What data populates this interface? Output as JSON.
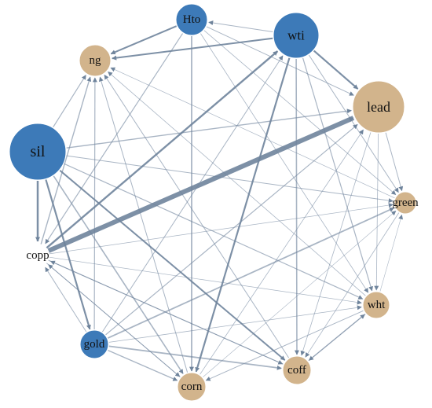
{
  "colors": {
    "edge": "#6f849c",
    "blue_node": "#3d7ab8",
    "tan_node": "#d2b48c"
  },
  "nodes": [
    {
      "id": "hto",
      "label": "Hto",
      "group": "blue"
    },
    {
      "id": "wti",
      "label": "wti",
      "group": "blue"
    },
    {
      "id": "ng",
      "label": "ng",
      "group": "tan"
    },
    {
      "id": "lead",
      "label": "lead",
      "group": "tan"
    },
    {
      "id": "sil",
      "label": "sil",
      "group": "blue"
    },
    {
      "id": "green",
      "label": "green",
      "group": "tan"
    },
    {
      "id": "copp",
      "label": "copp",
      "group": "none"
    },
    {
      "id": "wht",
      "label": "wht",
      "group": "tan"
    },
    {
      "id": "gold",
      "label": "gold",
      "group": "blue"
    },
    {
      "id": "coff",
      "label": "coff",
      "group": "tan"
    },
    {
      "id": "corn",
      "label": "corn",
      "group": "tan"
    }
  ],
  "edges": [
    {
      "from": "copp",
      "to": "lead",
      "weight": 6
    },
    {
      "from": "sil",
      "to": "copp",
      "weight": 2.5
    },
    {
      "from": "sil",
      "to": "gold",
      "weight": 2.2
    },
    {
      "from": "sil",
      "to": "coff",
      "weight": 2
    },
    {
      "from": "sil",
      "to": "corn",
      "weight": 1.6
    },
    {
      "from": "sil",
      "to": "ng",
      "weight": 1.2
    },
    {
      "from": "sil",
      "to": "lead",
      "weight": 1.4
    },
    {
      "from": "sil",
      "to": "green",
      "weight": 1.0
    },
    {
      "from": "sil",
      "to": "wht",
      "weight": 1.2
    },
    {
      "from": "hto",
      "to": "ng",
      "weight": 2
    },
    {
      "from": "hto",
      "to": "corn",
      "weight": 1.8
    },
    {
      "from": "hto",
      "to": "copp",
      "weight": 1.2
    },
    {
      "from": "hto",
      "to": "lead",
      "weight": 1.0
    },
    {
      "from": "hto",
      "to": "green",
      "weight": 0.8
    },
    {
      "from": "hto",
      "to": "wht",
      "weight": 0.8
    },
    {
      "from": "wti",
      "to": "ng",
      "weight": 2
    },
    {
      "from": "wti",
      "to": "hto",
      "weight": 1.0
    },
    {
      "from": "wti",
      "to": "lead",
      "weight": 2.2
    },
    {
      "from": "wti",
      "to": "corn",
      "weight": 2.2
    },
    {
      "from": "wti",
      "to": "coff",
      "weight": 1.6
    },
    {
      "from": "wti",
      "to": "wht",
      "weight": 1.2
    },
    {
      "from": "wti",
      "to": "green",
      "weight": 1.0
    },
    {
      "from": "copp",
      "to": "wti",
      "weight": 2.4
    },
    {
      "from": "copp",
      "to": "ng",
      "weight": 1.4
    },
    {
      "from": "copp",
      "to": "green",
      "weight": 0.7
    },
    {
      "from": "copp",
      "to": "wht",
      "weight": 0.7
    },
    {
      "from": "copp",
      "to": "coff",
      "weight": 1.2
    },
    {
      "from": "copp",
      "to": "corn",
      "weight": 1.0
    },
    {
      "from": "lead",
      "to": "green",
      "weight": 1.0
    },
    {
      "from": "lead",
      "to": "wht",
      "weight": 0.8
    },
    {
      "from": "lead",
      "to": "coff",
      "weight": 0.8
    },
    {
      "from": "gold",
      "to": "green",
      "weight": 1.8
    },
    {
      "from": "gold",
      "to": "lead",
      "weight": 1.2
    },
    {
      "from": "gold",
      "to": "coff",
      "weight": 1.8
    },
    {
      "from": "gold",
      "to": "corn",
      "weight": 1.4
    },
    {
      "from": "gold",
      "to": "ng",
      "weight": 1.2
    },
    {
      "from": "gold",
      "to": "copp",
      "weight": 1.0
    },
    {
      "from": "gold",
      "to": "wti",
      "weight": 1.0
    },
    {
      "from": "gold",
      "to": "wht",
      "weight": 0.8
    },
    {
      "from": "green",
      "to": "coff",
      "weight": 0.8
    },
    {
      "from": "green",
      "to": "ng",
      "weight": 0.7
    },
    {
      "from": "wht",
      "to": "coff",
      "weight": 1.4
    },
    {
      "from": "wht",
      "to": "corn",
      "weight": 1.0
    },
    {
      "from": "wht",
      "to": "green",
      "weight": 0.6
    },
    {
      "from": "wht",
      "to": "ng",
      "weight": 0.8
    },
    {
      "from": "coff",
      "to": "ng",
      "weight": 1.0
    },
    {
      "from": "coff",
      "to": "wht",
      "weight": 0.7
    },
    {
      "from": "corn",
      "to": "ng",
      "weight": 1.0
    },
    {
      "from": "corn",
      "to": "lead",
      "weight": 0.8
    },
    {
      "from": "corn",
      "to": "copp",
      "weight": 0.8
    },
    {
      "from": "corn",
      "to": "green",
      "weight": 0.6
    },
    {
      "from": "coff",
      "to": "copp",
      "weight": 0.8
    }
  ]
}
